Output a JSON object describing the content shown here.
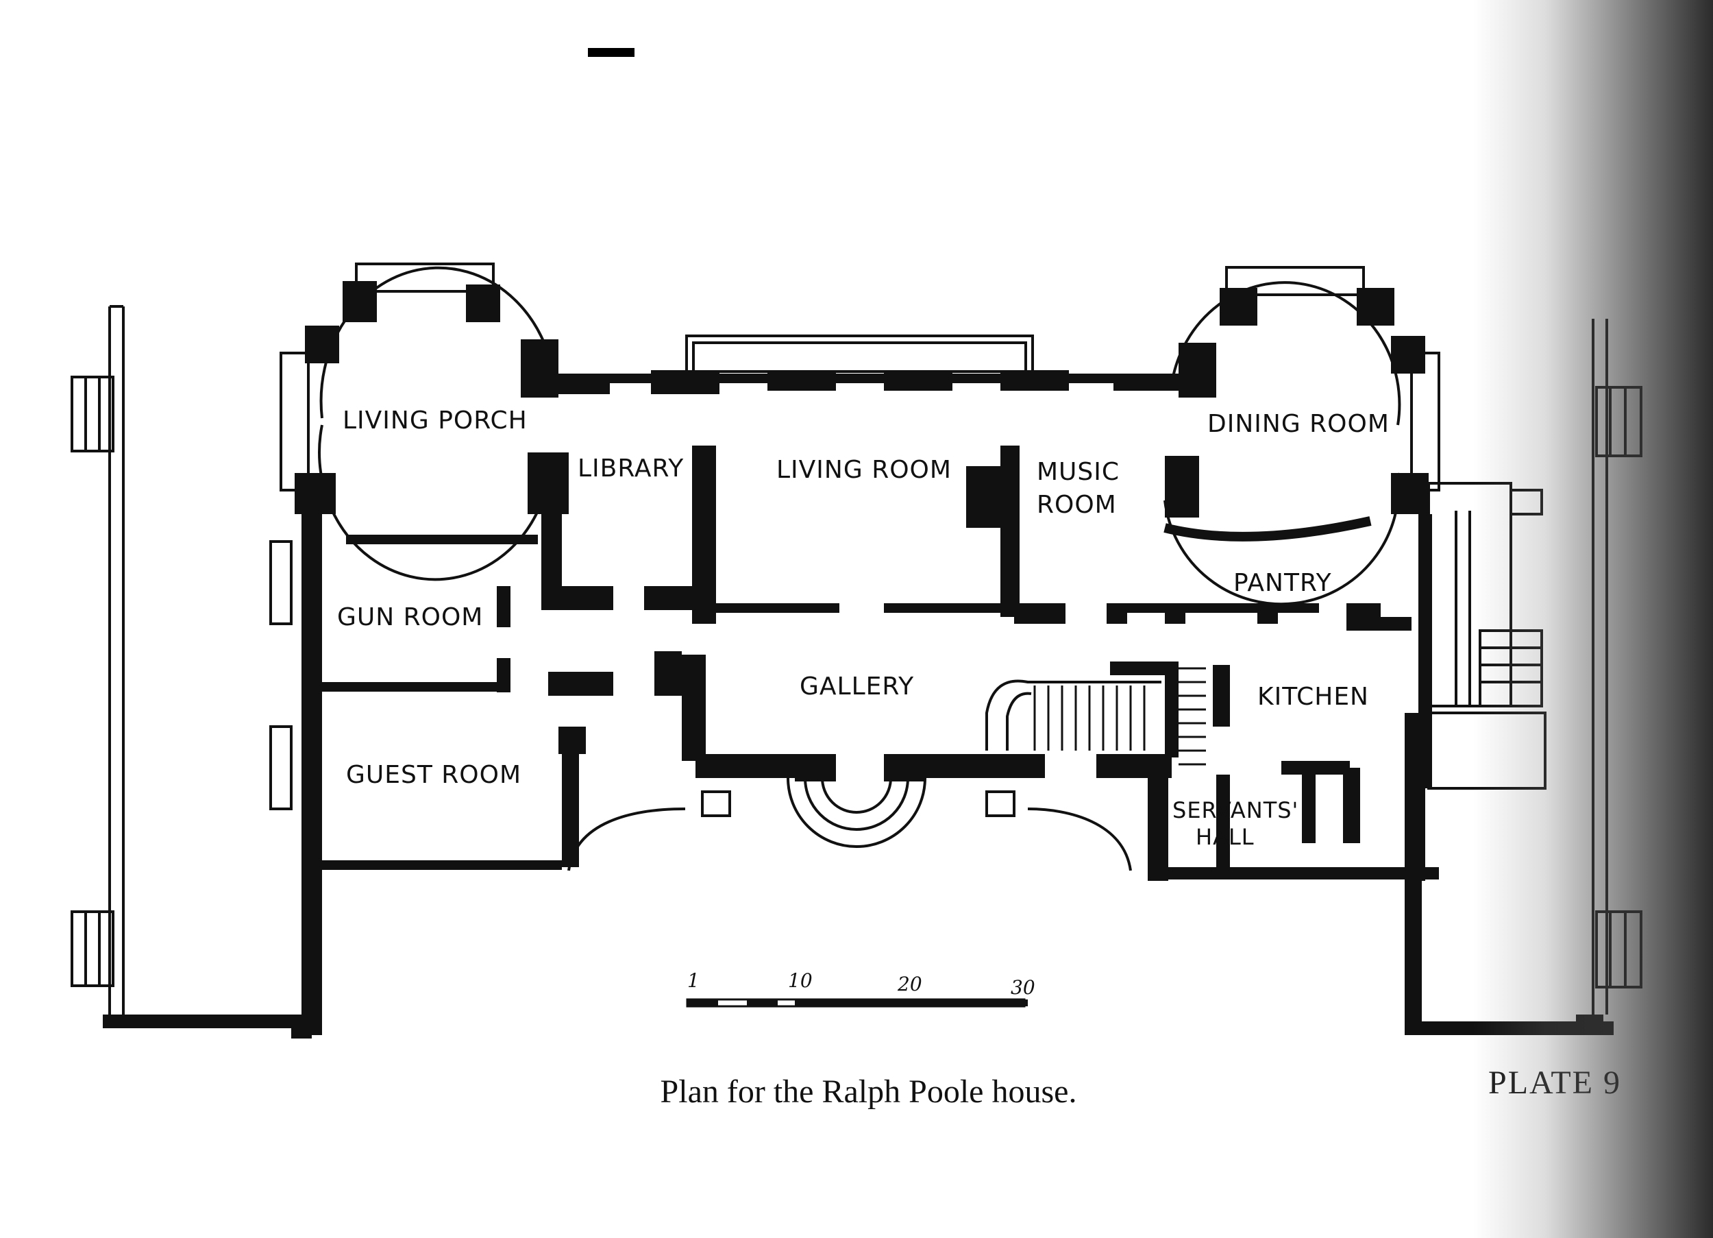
{
  "plan": {
    "rooms": {
      "living_porch": "LIVING PORCH",
      "library": "LIBRARY",
      "living_room": "LIVING ROOM",
      "music_room_line1": "MUSIC",
      "music_room_line2": "ROOM",
      "dining_room": "DINING ROOM",
      "gun_room": "GUN ROOM",
      "pantry": "PANTRY",
      "gallery": "GALLERY",
      "kitchen": "KITCHEN",
      "guest_room": "GUEST ROOM",
      "servants_hall_line1": "SERVANTS'",
      "servants_hall_line2": "HALL"
    },
    "scale": {
      "marks": [
        "1",
        "10",
        "20",
        "30"
      ]
    }
  },
  "caption": "Plan for the Ralph Poole house.",
  "plate": "PLATE 9",
  "colors": {
    "ink": "#111111",
    "paper": "#ffffff"
  }
}
